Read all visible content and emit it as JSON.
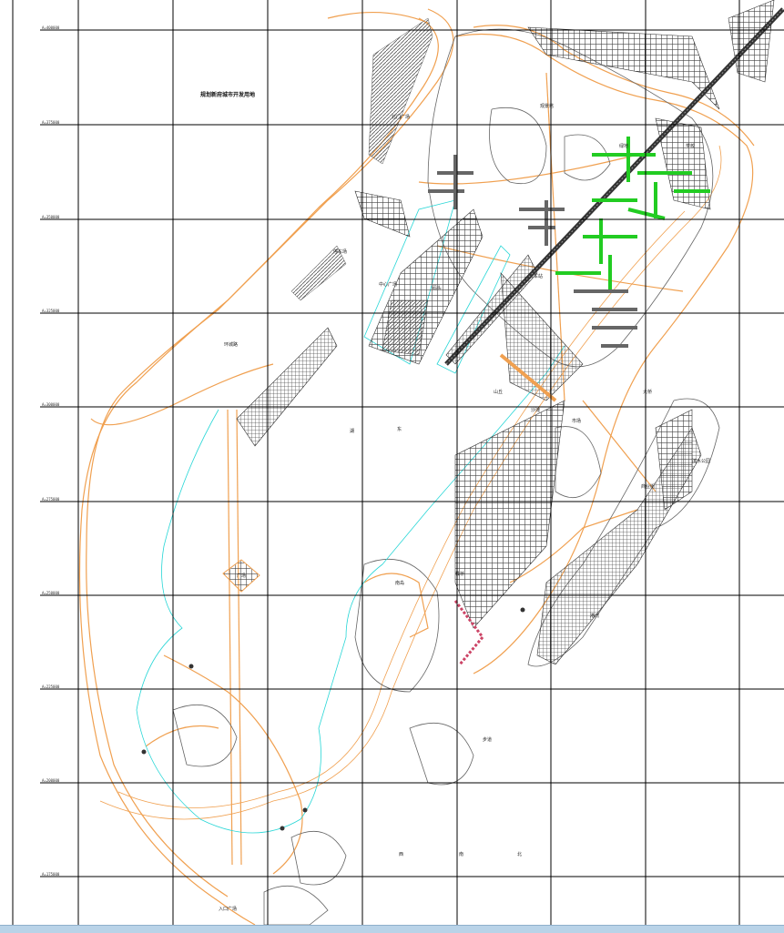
{
  "drawing": {
    "title": "规划新府城市开发用地",
    "colors": {
      "road": "#f0a050",
      "contour": "#666666",
      "water": "#27d6d6",
      "grid": "#000000",
      "green_blocks": "#22cc22",
      "status_strip": "#b9d3e8"
    },
    "grid": {
      "columns": 8,
      "rows": 9,
      "row_ticks": [
        "A=400000",
        "A=375000",
        "A=350000",
        "A=325000",
        "A=300000",
        "A=275000",
        "A=250000",
        "A=225000",
        "A=200000",
        "A=175000"
      ]
    },
    "labels": {
      "west_road": "环城路",
      "parking": "停车场",
      "north_gate": "北门广场",
      "plaza_center": "中心广场",
      "tower": "观景塔",
      "dock": "码头",
      "lake": "湖",
      "island_south": "南岛",
      "east_park": "滨水公园",
      "harbor": "港湾",
      "trail": "步道",
      "bridge": "大桥",
      "market": "市场",
      "station": "车站",
      "school": "学校",
      "shops": "商业街",
      "green": "绿地",
      "hill": "山丘",
      "beach": "沙滩",
      "pier": "栈桥",
      "park_gate": "入口广场",
      "square": "广场",
      "marker_a": "东",
      "marker_b": "西",
      "marker_c": "南",
      "marker_d": "北"
    }
  }
}
